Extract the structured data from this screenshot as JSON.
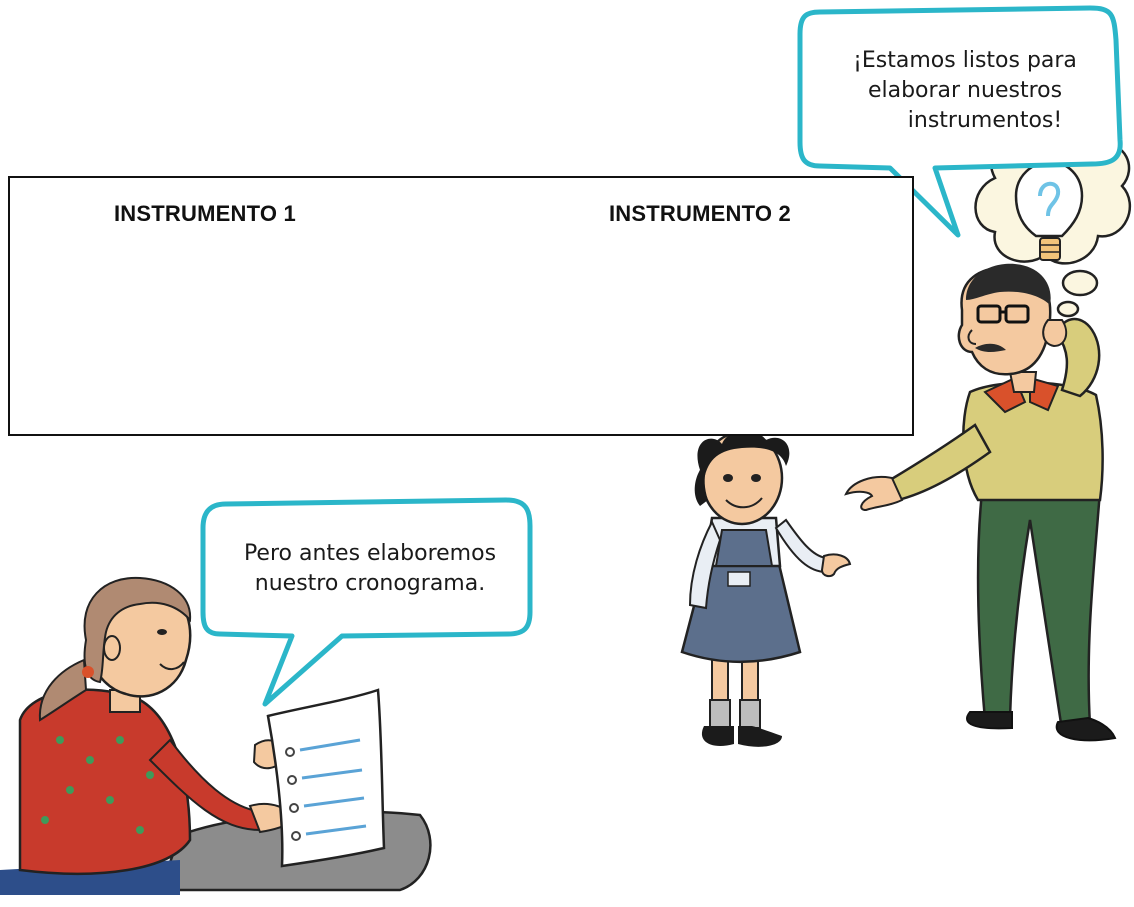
{
  "bubble_top": {
    "line1": "¡Estamos listos para",
    "line2": "elaborar nuestros",
    "line3": "instrumentos!"
  },
  "bubble_bottom": {
    "line1": "Pero antes elaboremos",
    "line2": "nuestro cronograma."
  },
  "instrument_box": {
    "label1": "INSTRUMENTO 1",
    "label2": "INSTRUMENTO 2"
  },
  "colors": {
    "bubble_border": "#2bb6c9",
    "man_sweater": "#d8cd7c",
    "man_pants": "#3f6a45",
    "man_collar": "#d9512b",
    "girl_skirt": "#5c6f8c",
    "woman_shirt": "#c83a2c",
    "woman_hair": "#b08a72",
    "table": "#8c8c8c"
  },
  "icons": [
    "lightbulb-icon"
  ]
}
